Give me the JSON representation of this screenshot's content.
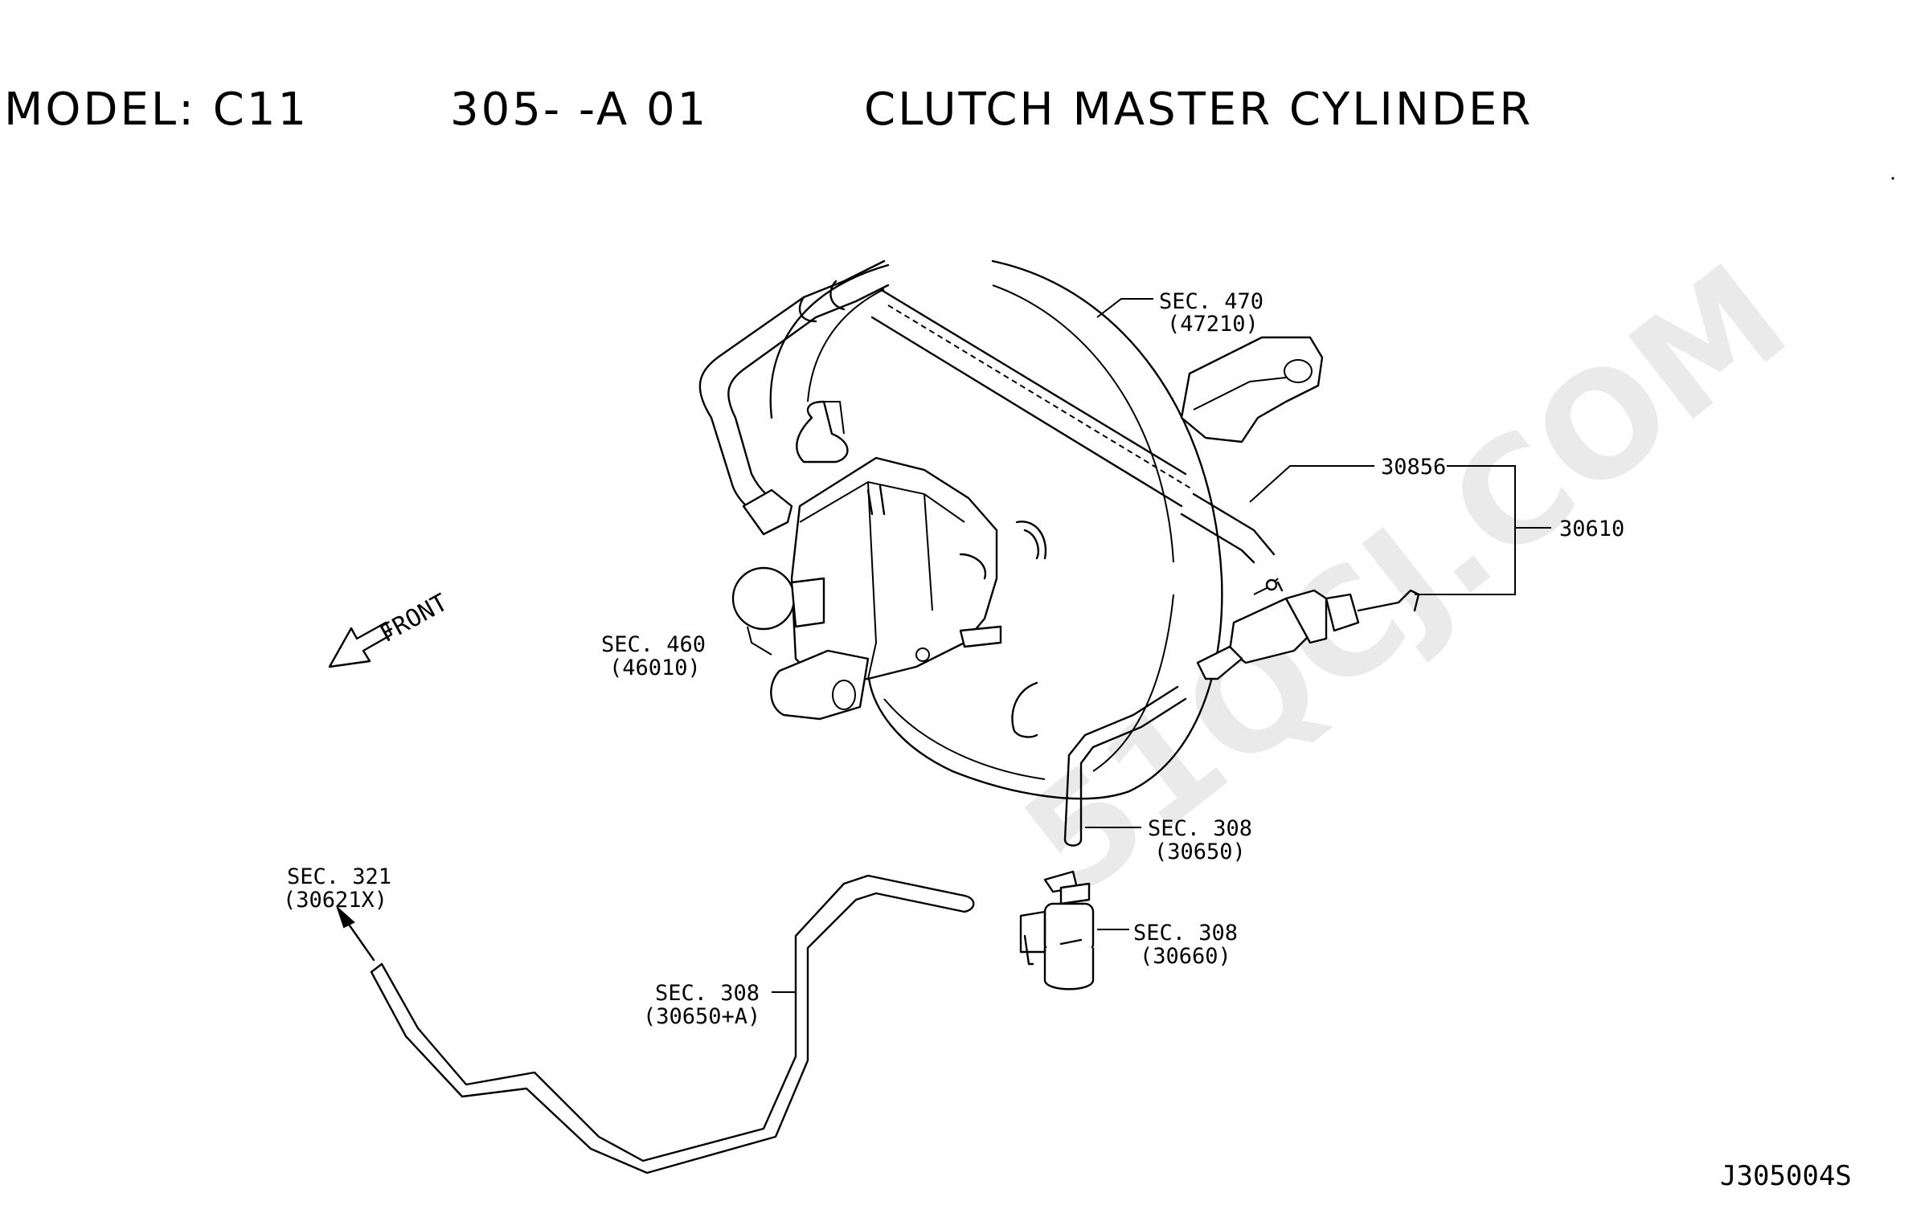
{
  "title": {
    "model": "MODEL: C11",
    "section": "305-  -A 01",
    "name": "CLUTCH MASTER CYLINDER"
  },
  "callouts": {
    "sec470": "SEC. 470",
    "part47210": "(47210)",
    "part30856": "30856",
    "part30610": "30610",
    "sec460": "SEC. 460",
    "part46010": "(46010)",
    "sec308_a": "SEC. 308",
    "part30650": "(30650)",
    "sec308_b": "SEC. 308",
    "part30660": "(30660)",
    "sec308_c": "SEC. 308",
    "part30650a": "(30650+A)",
    "sec321": "SEC. 321",
    "part30621x": "(30621X)"
  },
  "front_label": "FRONT",
  "diagram_code": "J305004S",
  "watermark": "51QCJ.COM"
}
